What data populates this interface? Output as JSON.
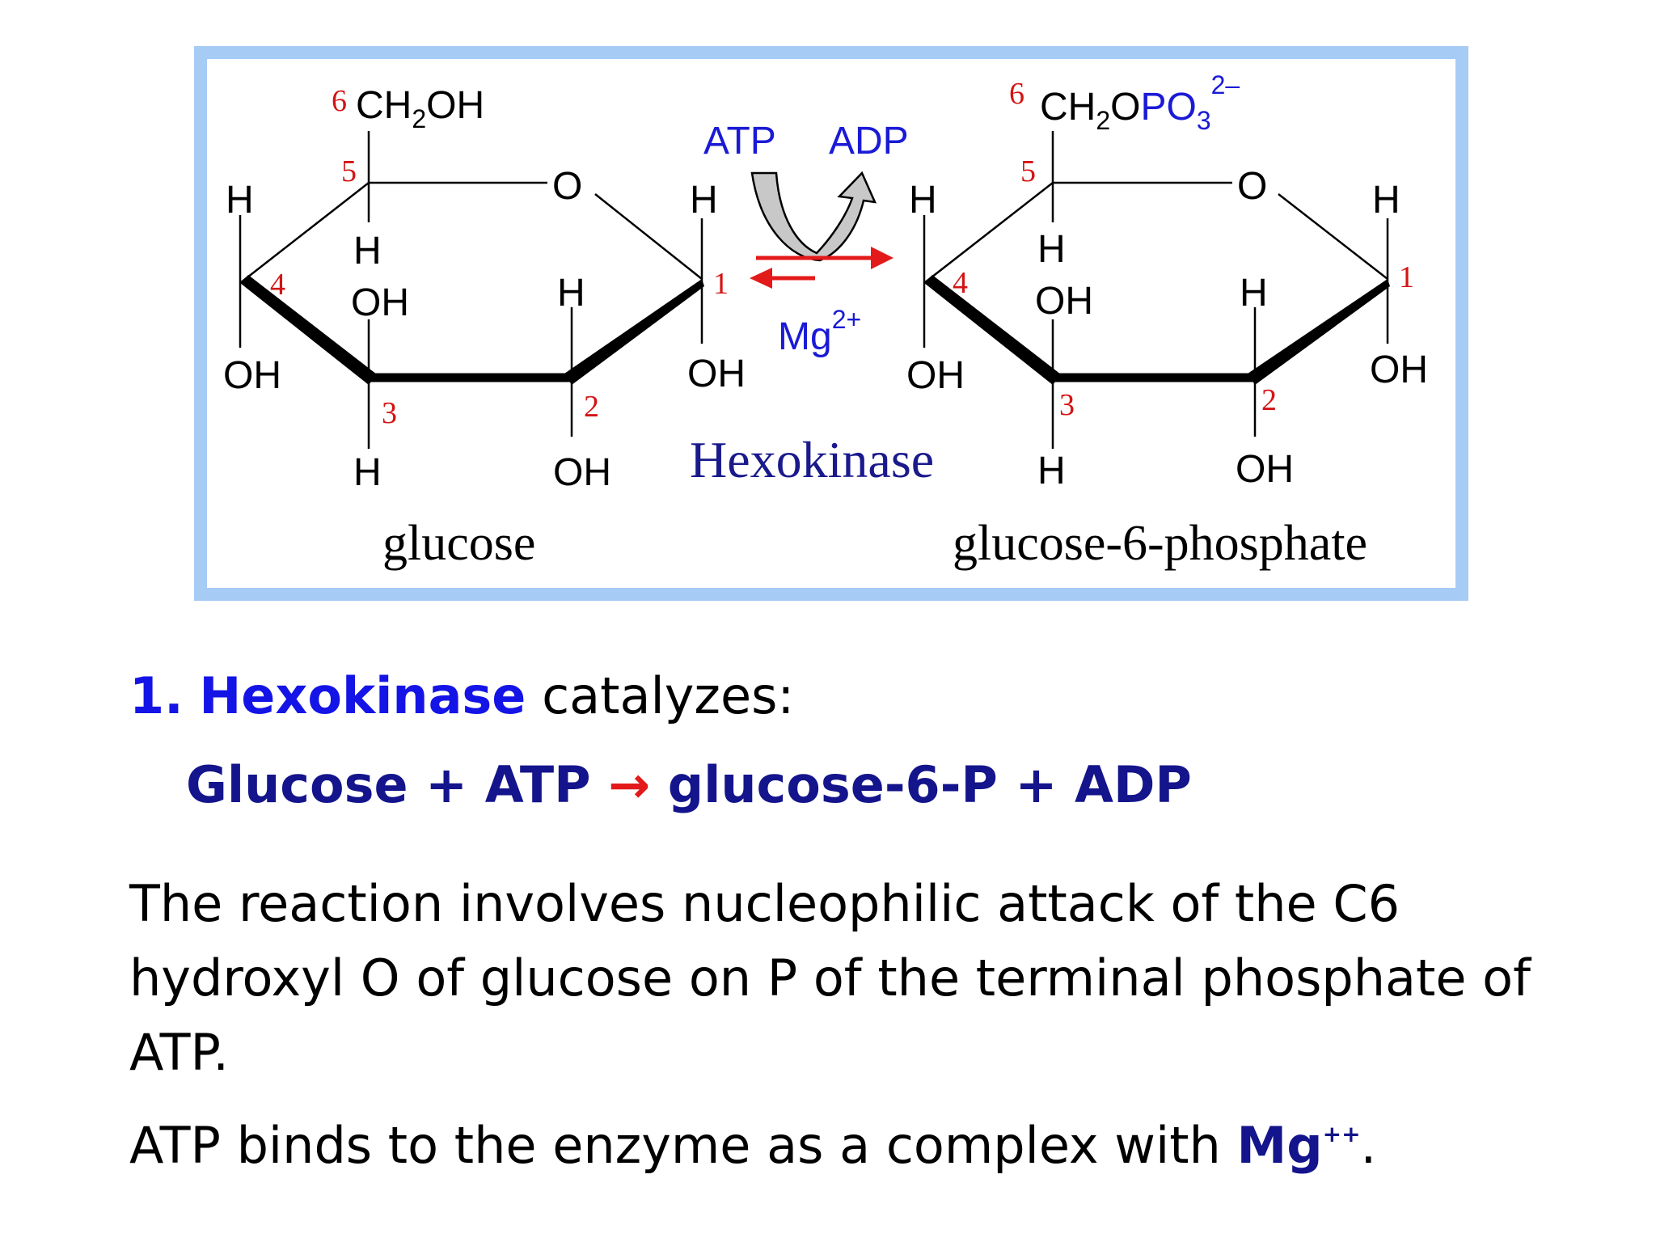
{
  "diagram": {
    "frame_color": "#a6cbf5",
    "left_molecule": {
      "name": "glucose",
      "substituent_c6": "CH2OH",
      "ring_oxygen": "O",
      "atoms": {
        "c4_h": "H",
        "c4_oh": "OH",
        "c5_h": "H",
        "c3_oh": "OH",
        "c3_h": "H",
        "c2_h": "H",
        "c2_oh": "OH",
        "c1_h": "H",
        "c1_oh": "OH"
      },
      "carbon_numbers": [
        "6",
        "5",
        "4",
        "3",
        "2",
        "1"
      ]
    },
    "right_molecule": {
      "name": "glucose-6-phosphate",
      "substituent_c6_prefix": "CH",
      "substituent_c6_sub": "2",
      "substituent_c6_o": "O",
      "substituent_c6_po": "PO",
      "substituent_c6_sub3": "3",
      "substituent_c6_charge": "2–",
      "ring_oxygen": "O",
      "atoms": {
        "c4_h": "H",
        "c4_oh": "OH",
        "c5_h": "H",
        "c3_oh": "OH",
        "c3_h": "H",
        "c2_h": "H",
        "c2_oh": "OH",
        "c1_h": "H",
        "c1_oh": "OH"
      },
      "carbon_numbers": [
        "6",
        "5",
        "4",
        "3",
        "2",
        "1"
      ]
    },
    "reaction": {
      "atp": "ATP",
      "adp": "ADP",
      "cofactor": "Mg",
      "cofactor_charge": "2+",
      "enzyme": "Hexokinase",
      "arrow_color": "#e31a1a",
      "label_color": "#1a1ad6"
    }
  },
  "text": {
    "heading_number": "1.",
    "heading_enzyme": "Hexokinase",
    "heading_rest": "catalyzes:",
    "equation_left": "Glucose + ATP",
    "equation_arrow": "→",
    "equation_right": "glucose-6-P + ADP",
    "paragraph": "The reaction involves nucleophilic attack of the C6 hydroxyl O of glucose on P of the terminal phosphate of ATP.",
    "atp_line_prefix": "ATP binds to the enzyme as a complex with ",
    "atp_line_mg": "Mg",
    "atp_line_charge": "++",
    "atp_line_end": "."
  }
}
